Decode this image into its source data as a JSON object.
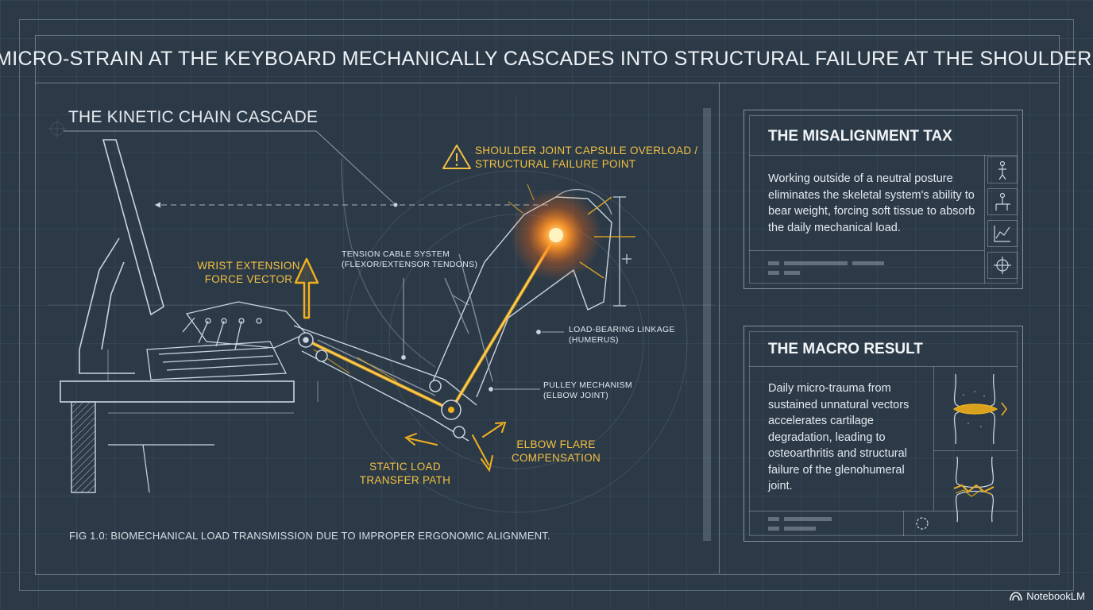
{
  "headline": "MICRO-STRAIN AT THE KEYBOARD MECHANICALLY CASCADES INTO STRUCTURAL FAILURE AT THE SHOULDER.",
  "diagram": {
    "title": "THE KINETIC CHAIN CASCADE",
    "caption": "FIG 1.0: BIOMECHANICAL LOAD TRANSMISSION DUE TO IMPROPER ERGONOMIC ALIGNMENT.",
    "labels": {
      "shoulder_line1": "SHOULDER JOINT CAPSULE OVERLOAD /",
      "shoulder_line2": "STRUCTURAL FAILURE POINT",
      "wrist_line1": "WRIST EXTENSION",
      "wrist_line2": "FORCE VECTOR",
      "tension_line1": "TENSION CABLE SYSTEM",
      "tension_line2": "(FLEXOR/EXTENSOR TENDONS)",
      "load_line1": "LOAD-BEARING LINKAGE",
      "load_line2": "(HUMERUS)",
      "pulley_line1": "PULLEY MECHANISM",
      "pulley_line2": "(ELBOW JOINT)",
      "elbow_line1": "ELBOW FLARE",
      "elbow_line2": "COMPENSATION",
      "static_line1": "STATIC LOAD",
      "static_line2": "TRANSFER PATH"
    }
  },
  "misalignment": {
    "title": "THE MISALIGNMENT TAX",
    "body": "Working outside of a neutral posture eliminates the skeletal system's ability to bear weight, forcing soft tissue to absorb the daily mechanical load.",
    "icons": [
      "standing-figure-icon",
      "seated-figure-icon",
      "trend-chart-icon",
      "crosshair-icon"
    ]
  },
  "macro": {
    "title": "THE MACRO RESULT",
    "body": "Daily micro-trauma from sustained unnatural vectors accelerates cartilage degradation, leading to osteoarthritis and structural failure of the glenohumeral joint.",
    "icons": [
      "healthy-knee-joint-icon",
      "degraded-knee-joint-icon",
      "circular-target-icon"
    ]
  },
  "brand": {
    "name": "NotebookLM",
    "icon": "notebooklm-logo-icon"
  },
  "colors": {
    "background": "#2c3a48",
    "line": "#c9d4de",
    "accent": "#f2b01e",
    "glow": "#ff7a1a"
  }
}
